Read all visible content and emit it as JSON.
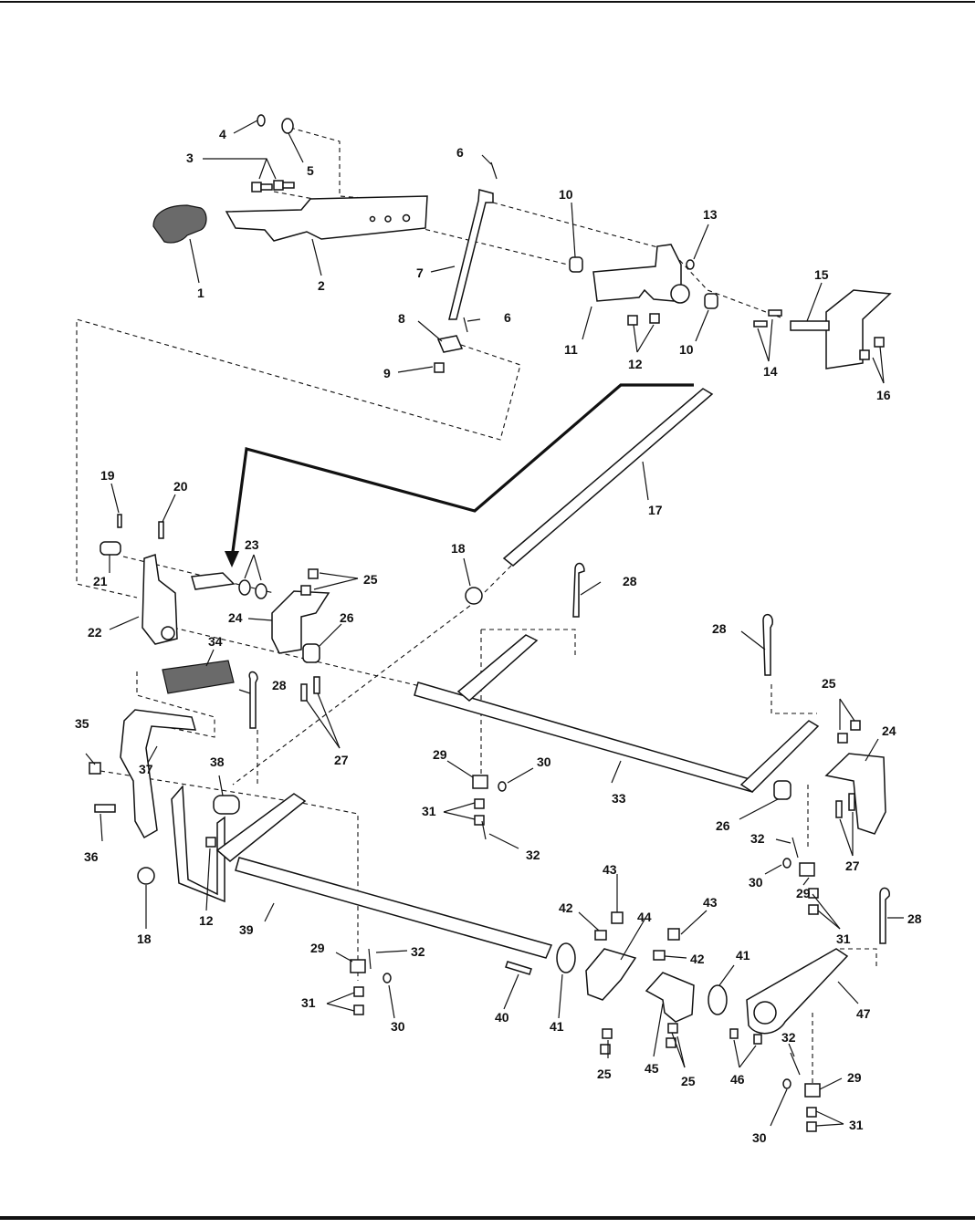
{
  "figure": {
    "labels": {
      "p1": "1",
      "p2": "2",
      "p3": "3",
      "p4": "4",
      "p5": "5",
      "p6a": "6",
      "p6b": "6",
      "p7": "7",
      "p8": "8",
      "p9": "9",
      "p10a": "10",
      "p10b": "10",
      "p11": "11",
      "p12a": "12",
      "p12b": "12",
      "p13": "13",
      "p14": "14",
      "p15": "15",
      "p16": "16",
      "p17": "17",
      "p18a": "18",
      "p18b": "18",
      "p19": "19",
      "p20": "20",
      "p21": "21",
      "p22": "22",
      "p23": "23",
      "p24a": "24",
      "p24b": "24",
      "p25a": "25",
      "p25b": "25",
      "p25c": "25",
      "p25d": "25",
      "p26a": "26",
      "p26b": "26",
      "p27a": "27",
      "p27b": "27",
      "p28a": "28",
      "p28b": "28",
      "p28c": "28",
      "p28d": "28",
      "p29a": "29",
      "p29b": "29",
      "p29c": "29",
      "p29d": "29",
      "p30a": "30",
      "p30b": "30",
      "p30c": "30",
      "p30d": "30",
      "p31a": "31",
      "p31b": "31",
      "p31c": "31",
      "p31d": "31",
      "p32a": "32",
      "p32b": "32",
      "p32c": "32",
      "p32d": "32",
      "p33": "33",
      "p34": "34",
      "p35": "35",
      "p36": "36",
      "p37": "37",
      "p38": "38",
      "p39": "39",
      "p40": "40",
      "p41a": "41",
      "p41b": "41",
      "p42a": "42",
      "p42b": "42",
      "p43a": "43",
      "p43b": "43",
      "p44": "44",
      "p45": "45",
      "p46": "46",
      "p47": "47"
    }
  }
}
